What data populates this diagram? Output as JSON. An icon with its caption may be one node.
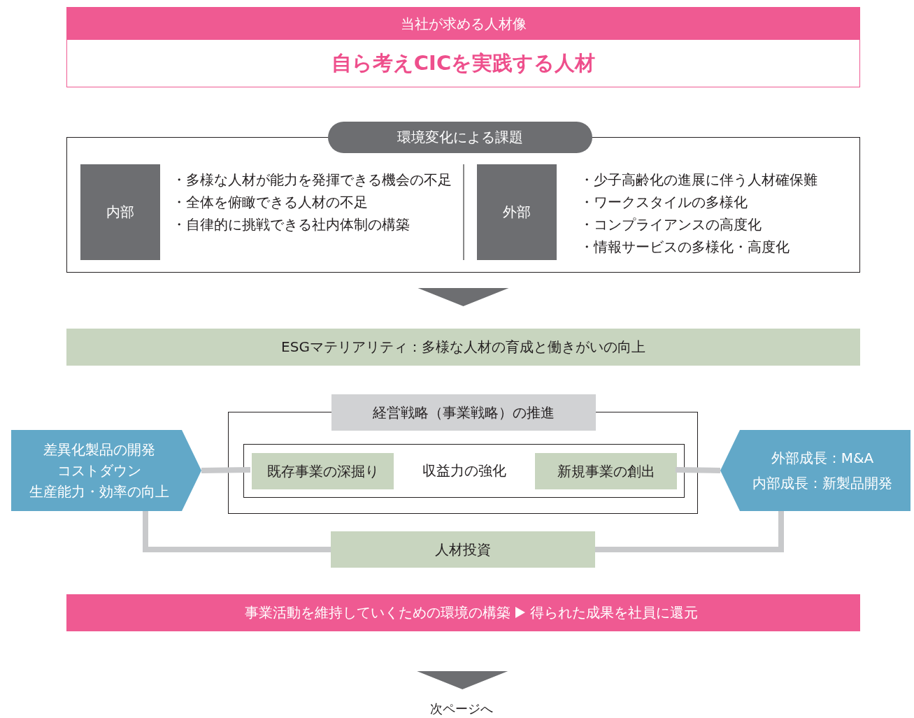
{
  "diagram": {
    "nodes": [
      {
        "text": [
          "当社が求める人材像",
          "自ら考えCICを実践する人材"
        ]
      },
      {
        "text": [
          "環境変化による課題"
        ]
      },
      {
        "text": [
          "内部"
        ],
        "in": 1,
        "beside": [
          "・多様な人材が能力を発揮できる機会の不足",
          "・全体を俯瞰できる人材の不足",
          "・自律的に挑戦できる社内体制の構築"
        ]
      },
      {
        "text": [
          "外部"
        ],
        "in": 1,
        "beside": [
          "・少子高齢化の進展に伴う人材確保難",
          "・ワークスタイルの多様化",
          "・コンプライアンスの高度化",
          "・情報サービスの多様化・高度化"
        ]
      },
      {
        "text": [
          "ESGマテリアリティ：多様な人材の育成と働きがいの向上"
        ]
      },
      {
        "text": [
          "経営戦略（事業戦略）の推進"
        ]
      },
      {
        "text": [
          "収益力の強化"
        ],
        "in": 5
      },
      {
        "text": [
          "既存事業の深掘り"
        ],
        "in": 6
      },
      {
        "text": [
          "新規事業の創出"
        ],
        "in": 6
      },
      {
        "text": [
          "差異化製品の開発",
          "コストダウン",
          "生産能力・効率の向上"
        ]
      },
      {
        "text": [
          "外部成長：M&A",
          "内部成長：新製品開発"
        ]
      },
      {
        "text": [
          "人材投資"
        ]
      },
      {
        "text": [],
        "shape": "bar"
      },
      {
        "text": [
          "事業活動を維持していくための環境の構築"
        ],
        "in": 12
      },
      {
        "text": [
          "得られた成果を社員に還元"
        ],
        "in": 12
      },
      {
        "text": [
          "次ページへ"
        ]
      }
    ],
    "edges": [
      {
        "from": 1,
        "to": 4,
        "arrow": "to",
        "color": "#6d6e71"
      },
      {
        "from": 9,
        "to": 7,
        "arrow": "none"
      },
      {
        "from": 10,
        "to": 8,
        "arrow": "none"
      },
      {
        "from": 9,
        "to": 11,
        "arrow": "none"
      },
      {
        "from": 11,
        "to": 10,
        "arrow": "none"
      },
      {
        "from": 13,
        "to": 14,
        "arrow": "to",
        "color": "#ffffff"
      },
      {
        "from": 12,
        "to": 15,
        "arrow": "to",
        "color": "#6d6e71"
      }
    ]
  }
}
